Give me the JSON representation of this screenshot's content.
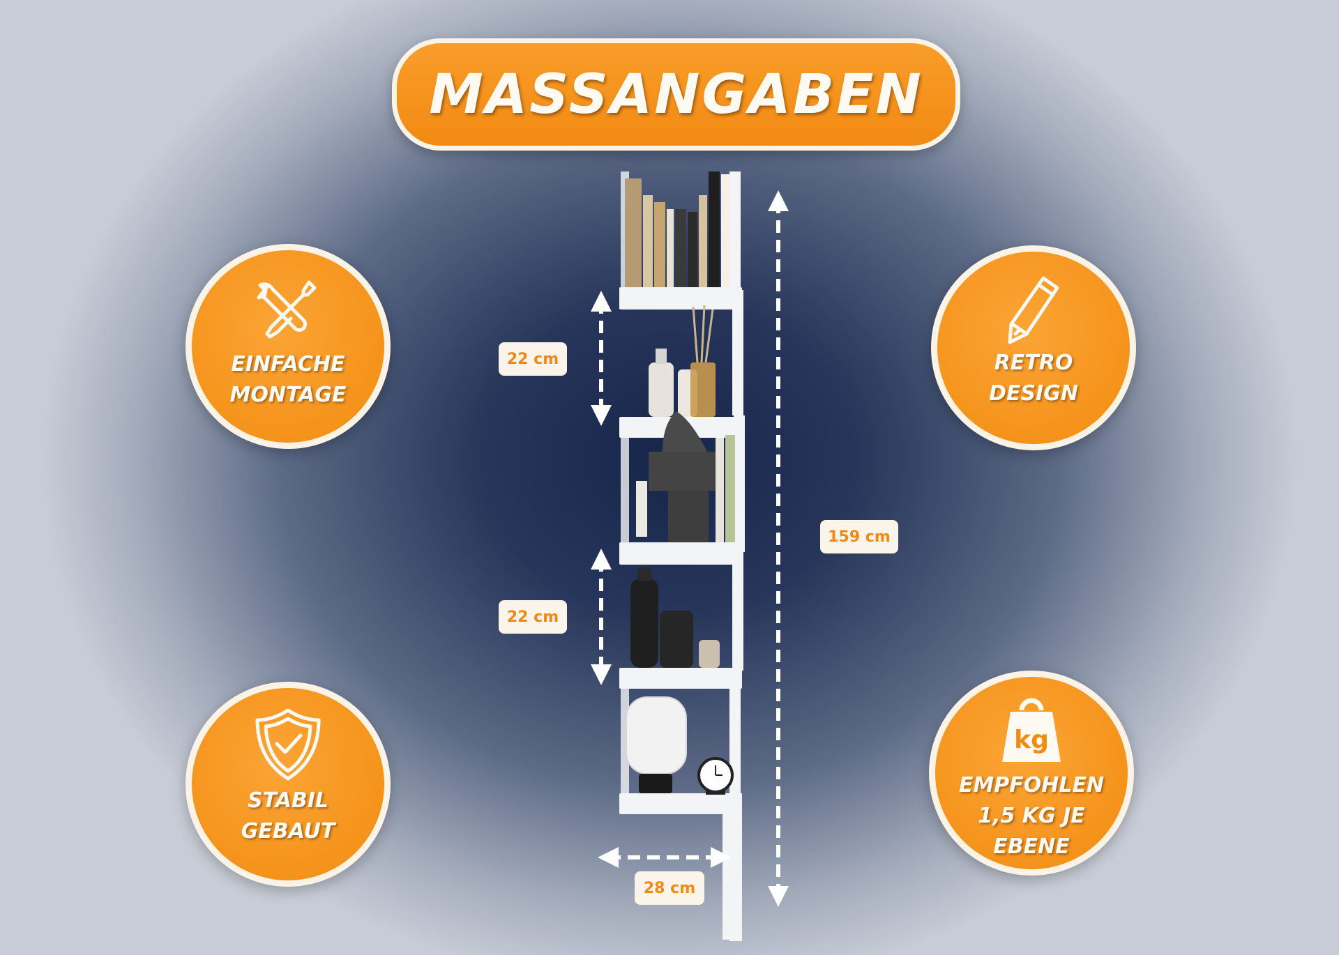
{
  "title": "MASSANGABEN",
  "badges": {
    "montage": {
      "line1": "EINFACHE",
      "line2": "MONTAGE",
      "icon": "wrench-screwdriver-icon"
    },
    "design": {
      "line1": "RETRO",
      "line2": "DESIGN",
      "icon": "pencil-icon"
    },
    "stabil": {
      "line1": "STABIL",
      "line2": "GEBAUT",
      "icon": "shield-check-icon"
    },
    "load": {
      "line1": "EMPFOHLEN",
      "line2": "1,5 KG JE",
      "line3": "EBENE",
      "icon": "weight-icon",
      "icon_text": "kg"
    }
  },
  "dimensions": {
    "shelf_gap_top": "22 cm",
    "shelf_gap_bottom": "22 cm",
    "total_height": "159 cm",
    "depth": "28 cm"
  },
  "colors": {
    "accent": "#f28c10",
    "label_bg": "#fbf4ea",
    "shelf": "#f3f4f6"
  }
}
